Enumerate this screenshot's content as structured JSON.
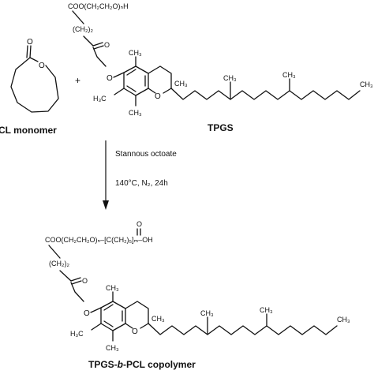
{
  "reactants": {
    "cl_label": "CL monomer",
    "plus": "+",
    "cl_carbonyl_o": "O",
    "cl_ring_o": "O",
    "tpgs_label": "TPGS",
    "tpgs_peg_group": "COO(CH₂CH₂O)ₙH",
    "tpgs_ch2_group": "(CH₂)₂",
    "tpgs_ester_o": "O",
    "tpgs_phenol_o": "O",
    "tpgs_ring_o": "O",
    "tpgs_ch3_top": "CH₃",
    "tpgs_h3c_left": "H₃C",
    "tpgs_ch3_bottom": "CH₃",
    "tpgs_ch3_quat": "CH₃",
    "tpgs_ch3_chain1": "CH₃",
    "tpgs_ch3_chain2": "CH₃",
    "tpgs_ch3_end": "CH₃"
  },
  "conditions": {
    "catalyst": "Stannous octoate",
    "conditions": "140°C, N₂, 24h"
  },
  "product": {
    "label_prefix": "TPGS-",
    "label_b": "b",
    "label_suffix": "-PCL copolymer",
    "peg_pcl_group": "COO(CH₂CH₂O)ₙ–[C(CH₂)₅]ₘ–OH",
    "pcl_carbonyl_o": "O",
    "ch2_group": "(CH₂)₂",
    "ester_o": "O",
    "phenol_o": "O",
    "ring_o": "O",
    "ch3_top": "CH₃",
    "h3c_left": "H₃C",
    "ch3_bottom": "CH₃",
    "ch3_quat": "CH₃",
    "ch3_chain1": "CH₃",
    "ch3_chain2": "CH₃",
    "ch3_end": "CH₃"
  }
}
